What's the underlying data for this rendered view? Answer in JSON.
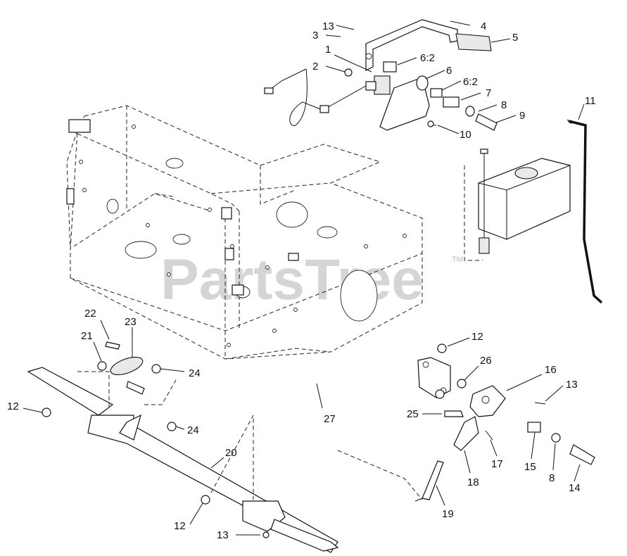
{
  "watermark": {
    "text": "PartsTree",
    "trademark": "TM"
  },
  "callouts": [
    {
      "id": "c-13a",
      "label": "13"
    },
    {
      "id": "c-4",
      "label": "4"
    },
    {
      "id": "c-3",
      "label": "3"
    },
    {
      "id": "c-5",
      "label": "5"
    },
    {
      "id": "c-1",
      "label": "1"
    },
    {
      "id": "c-62a",
      "label": "6:2"
    },
    {
      "id": "c-2",
      "label": "2"
    },
    {
      "id": "c-6",
      "label": "6"
    },
    {
      "id": "c-62b",
      "label": "6:2"
    },
    {
      "id": "c-7",
      "label": "7"
    },
    {
      "id": "c-8a",
      "label": "8"
    },
    {
      "id": "c-9",
      "label": "9"
    },
    {
      "id": "c-11",
      "label": "11"
    },
    {
      "id": "c-10",
      "label": "10"
    },
    {
      "id": "c-22",
      "label": "22"
    },
    {
      "id": "c-23",
      "label": "23"
    },
    {
      "id": "c-21",
      "label": "21"
    },
    {
      "id": "c-24a",
      "label": "24"
    },
    {
      "id": "c-12a",
      "label": "12"
    },
    {
      "id": "c-24b",
      "label": "24"
    },
    {
      "id": "c-20",
      "label": "20"
    },
    {
      "id": "c-12b",
      "label": "12"
    },
    {
      "id": "c-13b",
      "label": "13"
    },
    {
      "id": "c-27",
      "label": "27"
    },
    {
      "id": "c-12c",
      "label": "12"
    },
    {
      "id": "c-26",
      "label": "26"
    },
    {
      "id": "c-16",
      "label": "16"
    },
    {
      "id": "c-13c",
      "label": "13"
    },
    {
      "id": "c-25",
      "label": "25"
    },
    {
      "id": "c-17",
      "label": "17"
    },
    {
      "id": "c-18",
      "label": "18"
    },
    {
      "id": "c-15",
      "label": "15"
    },
    {
      "id": "c-8b",
      "label": "8"
    },
    {
      "id": "c-14",
      "label": "14"
    },
    {
      "id": "c-19",
      "label": "19"
    }
  ]
}
